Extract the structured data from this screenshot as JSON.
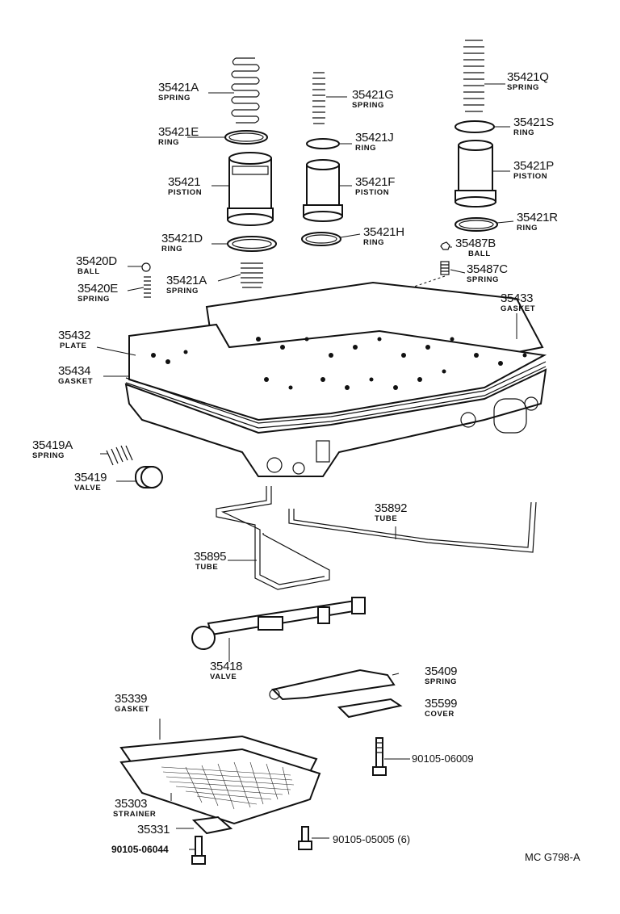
{
  "labels": [
    {
      "key": "35421A_top",
      "number": "35421A",
      "desc": "SPRING"
    },
    {
      "key": "35421E",
      "number": "35421E",
      "desc": "RING"
    },
    {
      "key": "35421",
      "number": "35421",
      "desc": "PISTION"
    },
    {
      "key": "35421D",
      "number": "35421D",
      "desc": "RING"
    },
    {
      "key": "35421A_bottom",
      "number": "35421A",
      "desc": "SPRING"
    },
    {
      "key": "35420D",
      "number": "35420D",
      "desc": "BALL"
    },
    {
      "key": "35420E",
      "number": "35420E",
      "desc": "SPRING"
    },
    {
      "key": "35421G",
      "number": "35421G",
      "desc": "SPRING"
    },
    {
      "key": "35421J",
      "number": "35421J",
      "desc": "RING"
    },
    {
      "key": "35421F",
      "number": "35421F",
      "desc": "PISTION"
    },
    {
      "key": "35421H",
      "number": "35421H",
      "desc": "RING"
    },
    {
      "key": "35421Q",
      "number": "35421Q",
      "desc": "SPRING"
    },
    {
      "key": "35421S",
      "number": "35421S",
      "desc": "RING"
    },
    {
      "key": "35421P",
      "number": "35421P",
      "desc": "PISTION"
    },
    {
      "key": "35421R",
      "number": "35421R",
      "desc": "RING"
    },
    {
      "key": "35487B",
      "number": "35487B",
      "desc": "BALL"
    },
    {
      "key": "35487C",
      "number": "35487C",
      "desc": "SPRING"
    },
    {
      "key": "35433",
      "number": "35433",
      "desc": "GASKET"
    },
    {
      "key": "35432",
      "number": "35432",
      "desc": "PLATE"
    },
    {
      "key": "35434",
      "number": "35434",
      "desc": "GASKET"
    },
    {
      "key": "35419A",
      "number": "35419A",
      "desc": "SPRING"
    },
    {
      "key": "35419",
      "number": "35419",
      "desc": "VALVE"
    },
    {
      "key": "35892",
      "number": "35892",
      "desc": "TUBE"
    },
    {
      "key": "35895",
      "number": "35895",
      "desc": "TUBE"
    },
    {
      "key": "35418",
      "number": "35418",
      "desc": "VALVE"
    },
    {
      "key": "35409",
      "number": "35409",
      "desc": "SPRING"
    },
    {
      "key": "35599",
      "number": "35599",
      "desc": "COVER"
    },
    {
      "key": "35339",
      "number": "35339",
      "desc": "GASKET"
    },
    {
      "key": "35303",
      "number": "35303",
      "desc": "STRAINER"
    },
    {
      "key": "35331",
      "number": "35331",
      "desc": ""
    },
    {
      "key": "bolt_06044",
      "number": "90105-06044",
      "desc": ""
    },
    {
      "key": "bolt_06009",
      "number": "90105-06009",
      "desc": ""
    },
    {
      "key": "bolt_05005",
      "number": "90105-05005 (6)",
      "desc": ""
    }
  ],
  "diagram_code": "MC G798-A"
}
